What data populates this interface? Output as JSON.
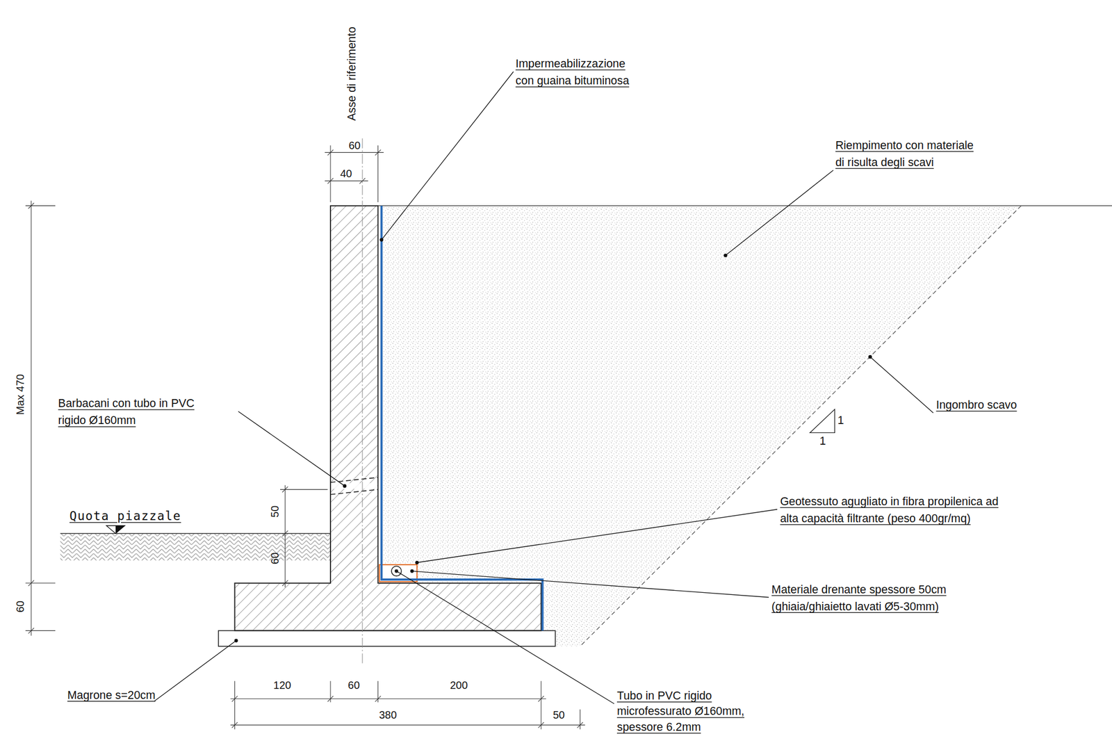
{
  "diagram": {
    "labels": [
      "Asse di riferimento",
      "60",
      "40",
      "Impermeabilizzazione con guaina bituminosa",
      "Riempimento con materiale di risulta degli scavi",
      "Max 470",
      "Barbacani con tubo in PVC rigido Ø160mm",
      "Ingombro scavo",
      "1",
      "1",
      "Geotessuto agugliato in fibra propilenica ad alta capacità filtrante (peso 400gr/mq)",
      "50",
      "Quota piazzale",
      "60",
      "Materiale drenante spessore 50cm (ghiaia/ghiaietto lavati Ø5-30mm)",
      "60",
      "Magrone s=20cm",
      "120",
      "60",
      "200",
      "380",
      "50",
      "Tubo in PVC rigido microfessurato Ø160mm, spessore 6.2mm"
    ]
  }
}
